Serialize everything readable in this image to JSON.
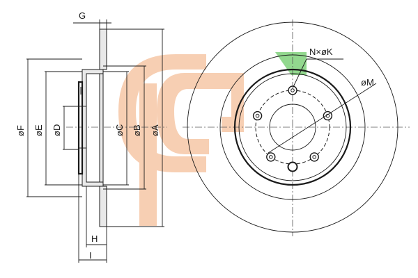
{
  "labels": {
    "G": "G",
    "H": "H",
    "I": "I",
    "F": "øF",
    "E": "øE",
    "D": "øD",
    "C": "øC",
    "B": "øB",
    "A": "øA",
    "M": "øM",
    "NK": "N×øK"
  },
  "colors": {
    "logo_orange": "#f6c7a6",
    "logo_green": "#7fd17a",
    "line": "#1a1a1a"
  },
  "logo": {
    "text": "",
    "icon": "brand-logo-watermark"
  },
  "bolt_count": 5
}
